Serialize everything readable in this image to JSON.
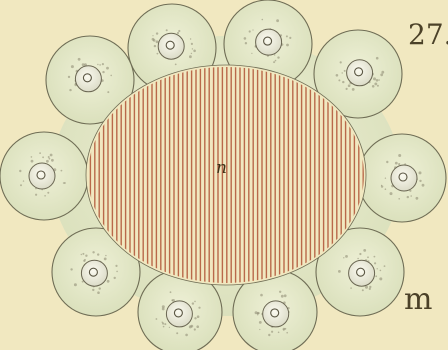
{
  "plate": {
    "figure_number": "27.",
    "label_m": "m",
    "label_n": "n"
  },
  "colors": {
    "paper": "#f1e8c0",
    "cell_fill": "#e3e8c6",
    "cell_outline": "#6f6d55",
    "hatch": "#b9694a",
    "nucleus": "#f5f3e6"
  }
}
